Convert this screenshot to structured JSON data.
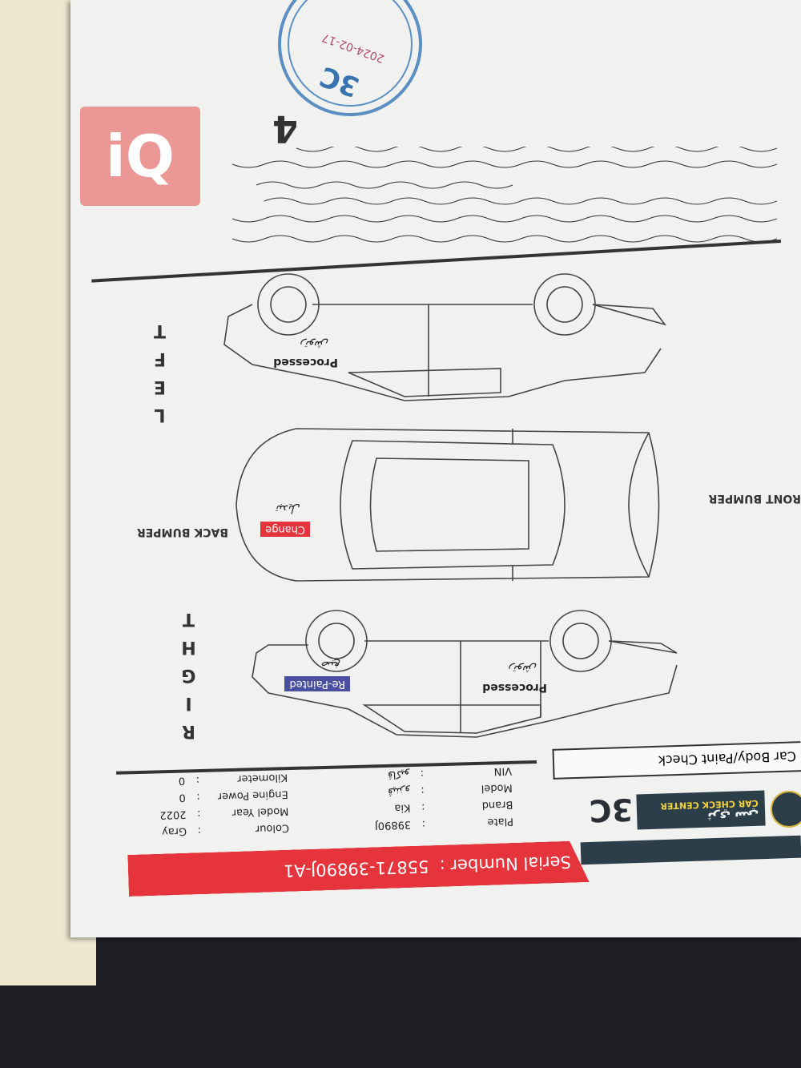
{
  "document": {
    "serial_label": "Serial Number",
    "serial_value": "55871-39890J-A1",
    "brand_name_ar": "ثري سي",
    "brand_subtitle": "CAR CHECK CENTER",
    "brand_short": "3C",
    "fields": [
      {
        "label": "Plate",
        "value": "39890J"
      },
      {
        "label": "Brand",
        "value": "Kia"
      },
      {
        "label": "Model",
        "value": "ڤينزو"
      },
      {
        "label": "VIN",
        "value": "ڤاكيو"
      }
    ],
    "fields_right": [
      {
        "label": "Colour",
        "value": "Gray"
      },
      {
        "label": "Model Year",
        "value": "2022"
      },
      {
        "label": "Engine Power",
        "value": "0"
      },
      {
        "label": "Kilometer",
        "value": "0"
      }
    ],
    "section_title": "Car Body/Paint Check",
    "views": {
      "right": {
        "label": "RIGHT",
        "badges": [
          "Re-Painted",
          "Processed"
        ],
        "notes": [
          "صبغ",
          "رتوش"
        ]
      },
      "top": {
        "back_label": "BACK BUMPER",
        "front_label": "RONT BUMPER",
        "badge": "Change",
        "note": "تبديل"
      },
      "left": {
        "label": "LEFT",
        "badge": "Processed",
        "note": "رتوش"
      }
    },
    "handwritten_number": "4",
    "stamp": {
      "text": "3C",
      "date": "2024-02-17"
    },
    "colors": {
      "banner": "#e5343c",
      "teal": "#2c3e4a",
      "repainted": "#4a4fa0",
      "change": "#e5343c",
      "stamp": "#5b8fc4"
    }
  },
  "watermark": {
    "text": "iQ"
  }
}
